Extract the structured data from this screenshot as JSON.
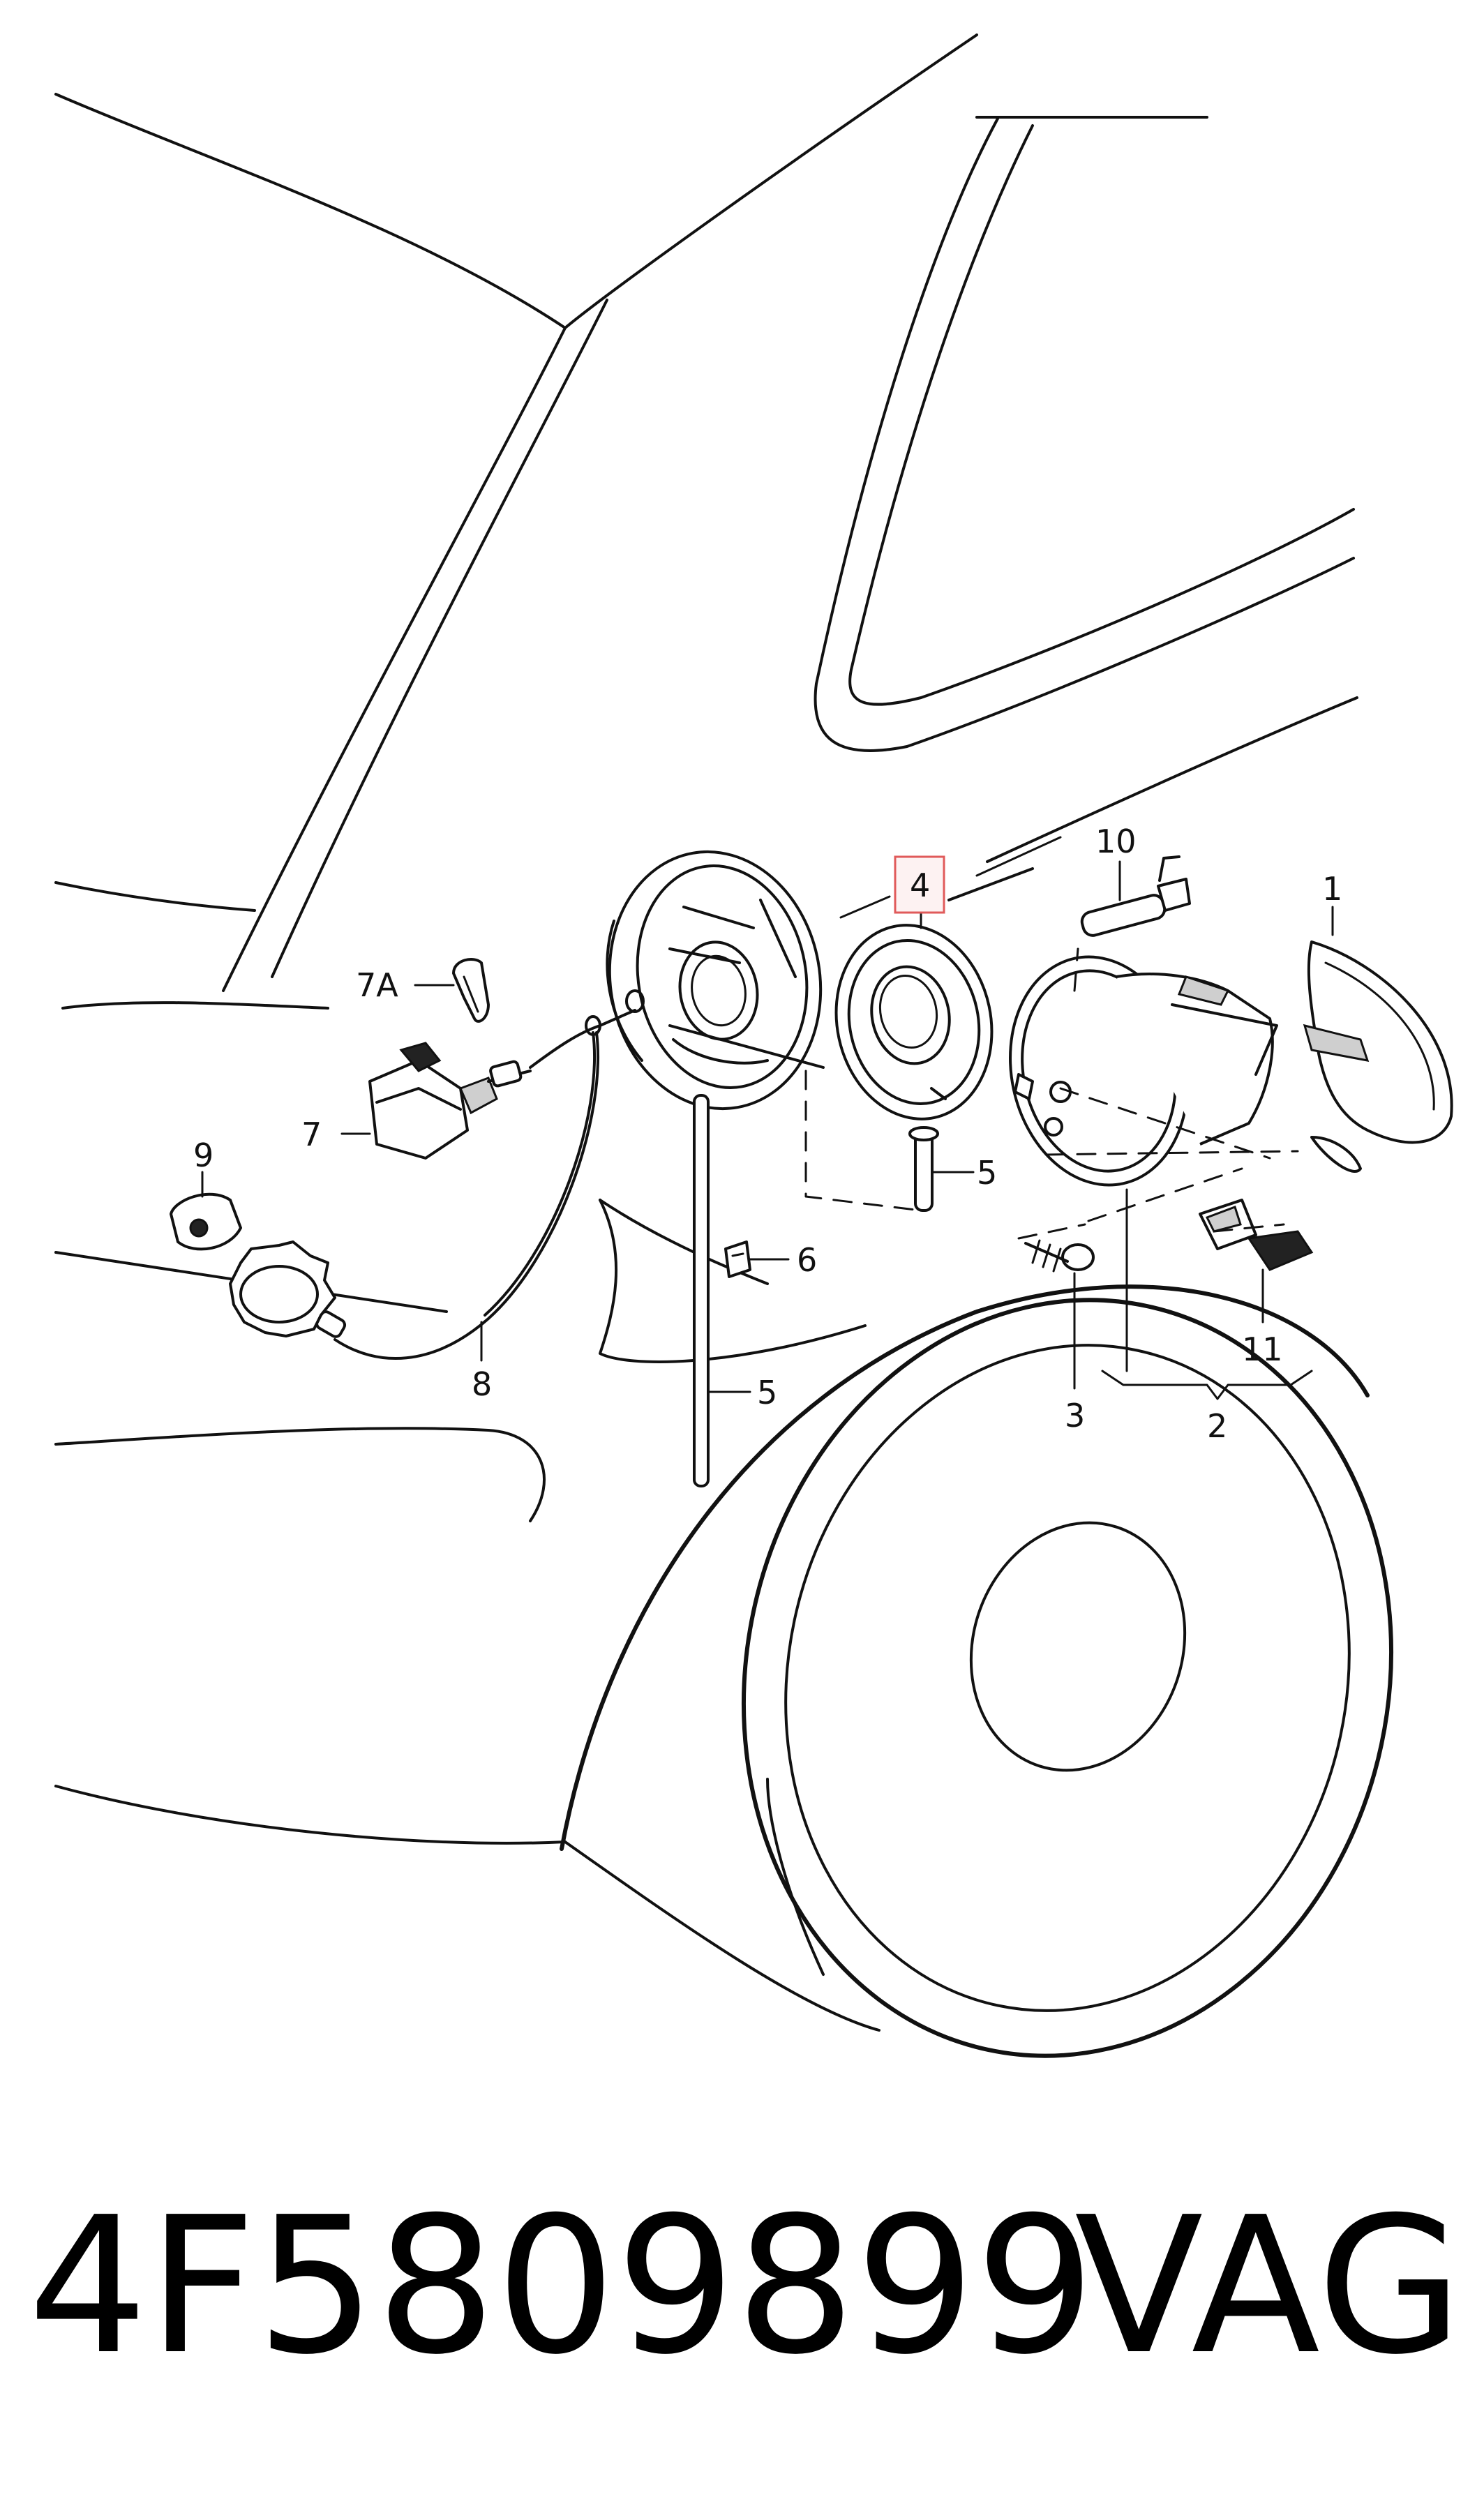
{
  "callouts": {
    "c1": "1",
    "c2": "2",
    "c3": "3",
    "c4": "4",
    "c5a": "5",
    "c5b": "5",
    "c6": "6",
    "c7": "7",
    "c7a": "7A",
    "c8": "8",
    "c9": "9",
    "c10": "10",
    "c11": "11"
  },
  "highlight": {
    "callout": "4",
    "color": "#e05a5a"
  },
  "footer": {
    "part_number": "4F5809899",
    "brand": "VAG"
  }
}
